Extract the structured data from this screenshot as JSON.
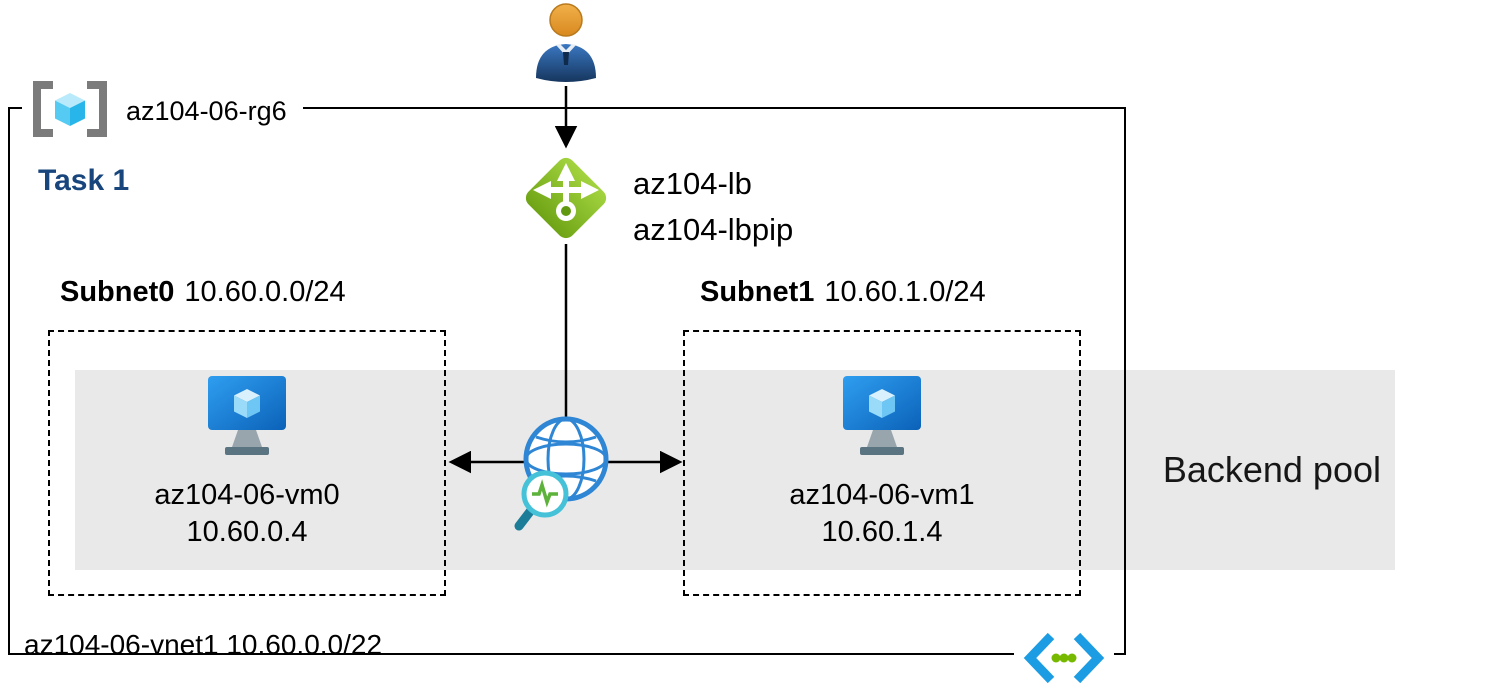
{
  "diagram": {
    "user": {
      "icon": "user-icon"
    },
    "resource_group": {
      "name": "az104-06-rg6",
      "icon": "resource-group-icon"
    },
    "task": {
      "label": "Task 1"
    },
    "load_balancer": {
      "name": "az104-lb",
      "public_ip": "az104-lbpip",
      "icon": "load-balancer-icon"
    },
    "subnets": [
      {
        "name": "Subnet0",
        "cidr": "10.60.0.0/24",
        "vm": {
          "name": "az104-06-vm0",
          "ip": "10.60.0.4",
          "icon": "virtual-machine-icon"
        }
      },
      {
        "name": "Subnet1",
        "cidr": "10.60.1.0/24",
        "vm": {
          "name": "az104-06-vm1",
          "ip": "10.60.1.4",
          "icon": "virtual-machine-icon"
        }
      }
    ],
    "backend_pool": {
      "label": "Backend pool"
    },
    "vnet": {
      "label": "az104-06-vnet1 10.60.0.0/22",
      "icon": "virtual-network-icon"
    },
    "probe": {
      "icon": "globe-health-probe-icon"
    },
    "colors": {
      "load_balancer_green": "#8CBF2B",
      "vm_blue": "#1387D8",
      "cube_light_blue": "#50C8F0",
      "backend_pool_band": "#E9E9E9",
      "task_label_blue": "#17457C",
      "vnet_blue": "#1B9CE3",
      "dot_green": "#76B900",
      "connector_black": "#000000"
    }
  }
}
